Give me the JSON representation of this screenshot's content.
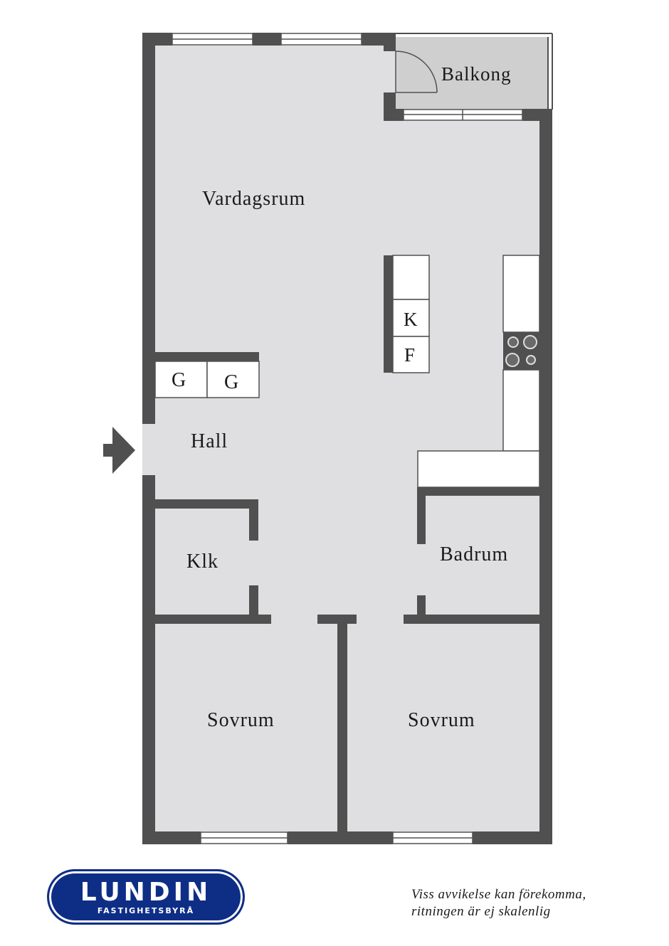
{
  "colors": {
    "wall": "#505050",
    "floor": "#dfdfe1",
    "balcony": "#cfcfcf",
    "fixture": "#ffffff",
    "logo_blue": "#0e2e86"
  },
  "rooms": {
    "balkong": "Balkong",
    "vardagsrum": "Vardagsrum",
    "hall": "Hall",
    "klk": "Klk",
    "badrum": "Badrum",
    "sovrum_left": "Sovrum",
    "sovrum_right": "Sovrum"
  },
  "fixtures": {
    "g1": "G",
    "g2": "G",
    "k": "K",
    "f": "F"
  },
  "icons": {
    "entrance": "entrance-arrow-icon",
    "stove": "stove-icon",
    "door_swing": "door-swing-icon"
  },
  "footer": {
    "logo_name": "LUNDIN",
    "logo_sub": "FASTIGHETSBYRÅ",
    "disclaimer_line1": "Viss avvikelse kan förekomma,",
    "disclaimer_line2": "ritningen är ej skalenlig"
  }
}
